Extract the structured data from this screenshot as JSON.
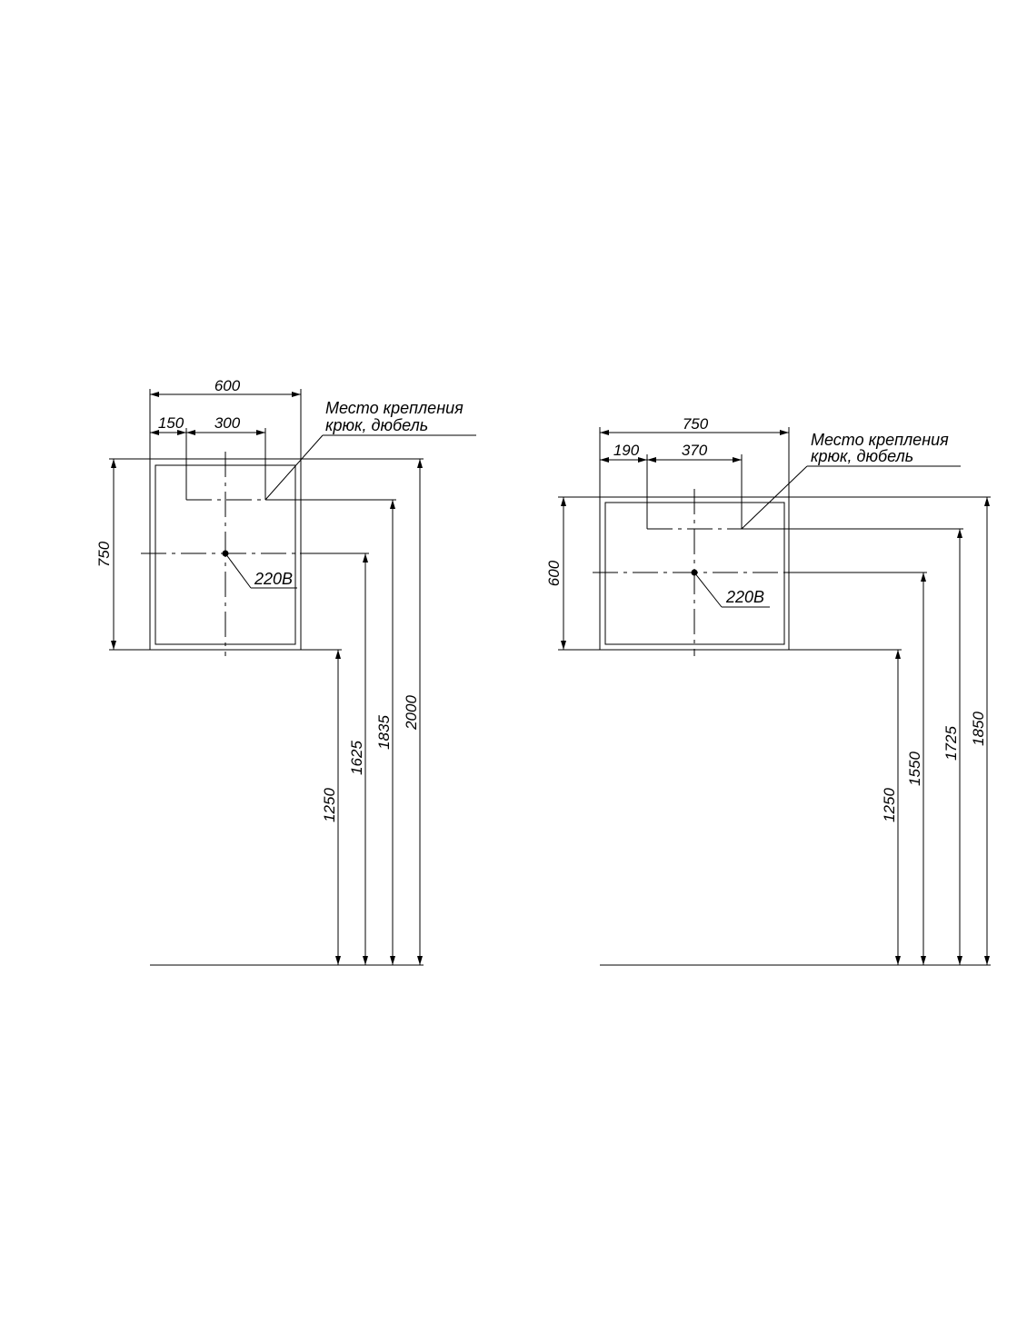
{
  "left": {
    "width_total": "600",
    "offset_left": "150",
    "mount_spacing": "300",
    "height": "750",
    "power_label": "220В",
    "mount_label_line1": "Место крепления",
    "mount_label_line2": "крюк, дюбель",
    "h_bottom": "1250",
    "h_power": "1625",
    "h_mount": "1835",
    "h_top": "2000"
  },
  "right": {
    "width_total": "750",
    "offset_left": "190",
    "mount_spacing": "370",
    "height": "600",
    "power_label": "220В",
    "mount_label_line1": "Место крепления",
    "mount_label_line2": "крюк, дюбель",
    "h_bottom": "1250",
    "h_power": "1550",
    "h_mount": "1725",
    "h_top": "1850"
  }
}
